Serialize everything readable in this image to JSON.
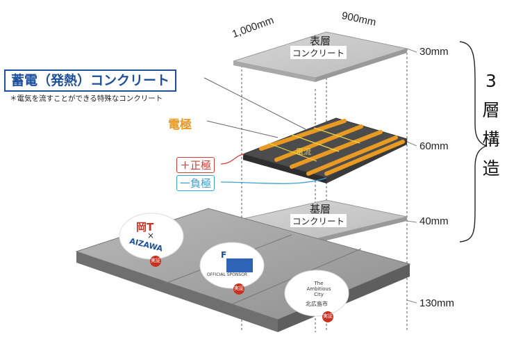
{
  "title": "蓄電（発熱）コンクリート",
  "note": "＊電気を流すことができる特殊なコンクリート",
  "electrode_label": "電極",
  "current_label": "電流",
  "positive_label": "＋正極",
  "negative_label": "一負極",
  "width_label": "1,000mm",
  "depth_label": "900mm",
  "top_layer": {
    "name": "表層",
    "sub": "コンクリート",
    "thickness": "30mm"
  },
  "middle_layer": {
    "thickness": "60mm"
  },
  "base_layer": {
    "name": "基層",
    "sub": "コンクリート",
    "thickness": "40mm"
  },
  "total_thickness": "130mm",
  "structure_label": [
    "3",
    "層",
    "構",
    "造"
  ],
  "pads": [
    {
      "logo_top": "岡T",
      "logo_mid": "×",
      "logo_text": "AIZAWA",
      "badge": "実証"
    },
    {
      "logo_top": "F",
      "logo_text": "OFFICIAL SPONSOR",
      "badge": "実証"
    },
    {
      "logo_top": "The Ambitious City",
      "logo_text": "北広島市",
      "badge": "実証"
    }
  ],
  "colors": {
    "title_blue": "#1c4f9c",
    "electrode_orange": "#e89a22",
    "positive_red": "#d23b36",
    "negative_blue": "#3aa0d6",
    "concrete_gray": "#c9c9c9",
    "badge_red": "#c8321f"
  }
}
